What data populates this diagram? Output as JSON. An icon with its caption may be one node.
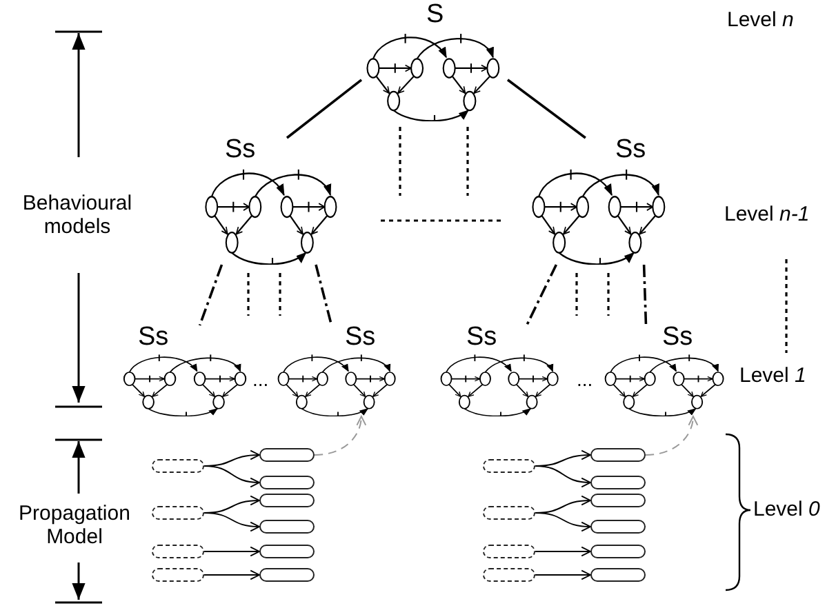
{
  "diagram": {
    "nodes": [
      {
        "text": [
          "S"
        ]
      },
      {
        "text": [
          "Ss"
        ]
      },
      {
        "text": [
          "Ss"
        ]
      },
      {
        "text": [
          "Ss"
        ]
      },
      {
        "text": [
          "Ss"
        ]
      },
      {
        "text": [
          "Ss"
        ]
      },
      {
        "text": [
          "Ss"
        ]
      },
      {
        "text": [],
        "shape": "box"
      },
      {
        "text": [],
        "shape": "box"
      },
      {
        "text": [],
        "shape": "box"
      },
      {
        "text": [],
        "shape": "box"
      },
      {
        "text": [],
        "shape": "box"
      },
      {
        "text": [],
        "shape": "box"
      },
      {
        "text": [],
        "shape": "box"
      },
      {
        "text": [],
        "shape": "box"
      },
      {
        "text": [],
        "shape": "box"
      },
      {
        "text": [],
        "shape": "box"
      },
      {
        "text": [],
        "shape": "box"
      },
      {
        "text": [],
        "shape": "box"
      },
      {
        "text": [],
        "shape": "box"
      },
      {
        "text": [],
        "shape": "box"
      },
      {
        "text": [],
        "shape": "box"
      },
      {
        "text": [],
        "shape": "box"
      },
      {
        "text": [],
        "shape": "box"
      },
      {
        "text": [],
        "shape": "box"
      },
      {
        "text": [],
        "shape": "box"
      },
      {
        "text": [],
        "shape": "box"
      }
    ],
    "edges": [
      {
        "from": 0,
        "to": 1,
        "arrow": "none"
      },
      {
        "from": 0,
        "to": 2,
        "arrow": "none"
      },
      {
        "from": 1,
        "to": 3,
        "arrow": "none",
        "style": "dashed"
      },
      {
        "from": 1,
        "to": 4,
        "arrow": "none",
        "style": "dashed"
      },
      {
        "from": 2,
        "to": 5,
        "arrow": "none",
        "style": "dashed"
      },
      {
        "from": 2,
        "to": 6,
        "arrow": "none",
        "style": "dashed"
      },
      {
        "from": 7,
        "to": 11,
        "arrow": "to"
      },
      {
        "from": 7,
        "to": 12,
        "arrow": "to"
      },
      {
        "from": 8,
        "to": 13,
        "arrow": "to"
      },
      {
        "from": 8,
        "to": 14,
        "arrow": "to"
      },
      {
        "from": 9,
        "to": 15,
        "arrow": "to"
      },
      {
        "from": 10,
        "to": 16,
        "arrow": "to"
      },
      {
        "from": 17,
        "to": 21,
        "arrow": "to"
      },
      {
        "from": 17,
        "to": 22,
        "arrow": "to"
      },
      {
        "from": 18,
        "to": 23,
        "arrow": "to"
      },
      {
        "from": 18,
        "to": 24,
        "arrow": "to"
      },
      {
        "from": 19,
        "to": 25,
        "arrow": "to"
      },
      {
        "from": 20,
        "to": 26,
        "arrow": "to"
      },
      {
        "from": 11,
        "to": 4,
        "arrow": "to",
        "style": "dashed",
        "color": "#999999"
      },
      {
        "from": 21,
        "to": 6,
        "arrow": "to",
        "style": "dashed",
        "color": "#999999"
      }
    ],
    "labels": [
      "Level *n*",
      "Behavioural models",
      "Level *n-1*",
      "...",
      "...",
      "Level *1*",
      "Propagation Model",
      "Level *0*"
    ]
  }
}
